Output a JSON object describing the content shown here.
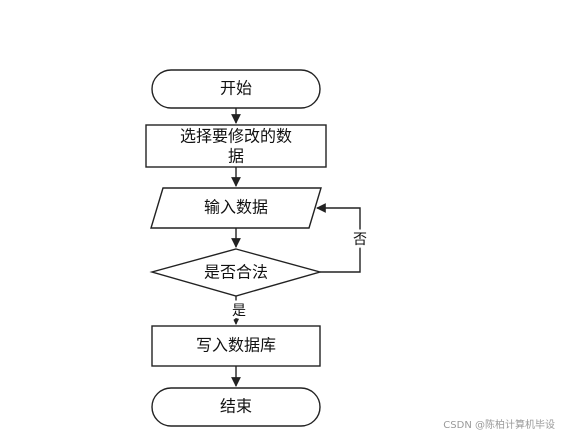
{
  "flowchart": {
    "start": "开始",
    "select_line1": "选择要修改的数",
    "select_line2": "据",
    "input": "输入数据",
    "decision": "是否合法",
    "write": "写入数据库",
    "end": "结束",
    "no_label": "否",
    "yes_label": "是"
  },
  "watermark": "CSDN @陈柏计算机毕设",
  "colors": {
    "line": "#222222",
    "text": "#111111",
    "watermark": "#9a9a9a"
  }
}
